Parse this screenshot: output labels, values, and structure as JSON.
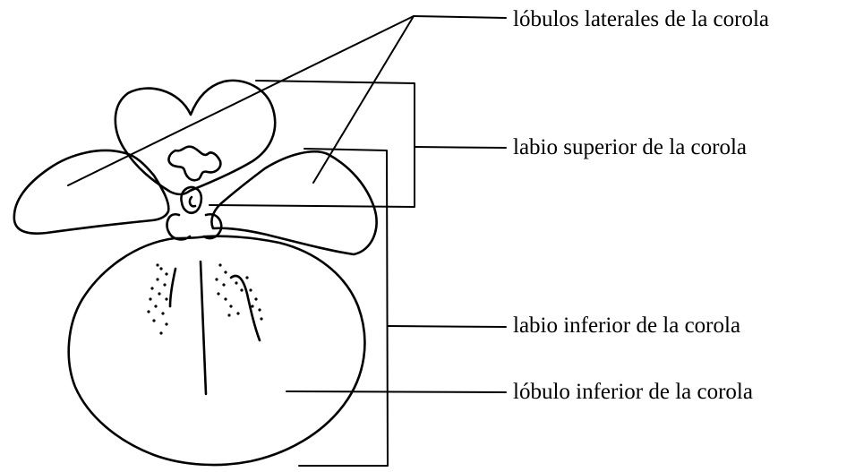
{
  "diagram": {
    "labels": {
      "lateral_lobes": "lóbulos laterales de la corola",
      "upper_lip": "labio superior de la corola",
      "lower_lip": "labio inferior de la corola",
      "lower_lobe": "lóbulo inferior de la corola"
    },
    "colors": {
      "ink": "#000000",
      "background": "#ffffff"
    }
  }
}
